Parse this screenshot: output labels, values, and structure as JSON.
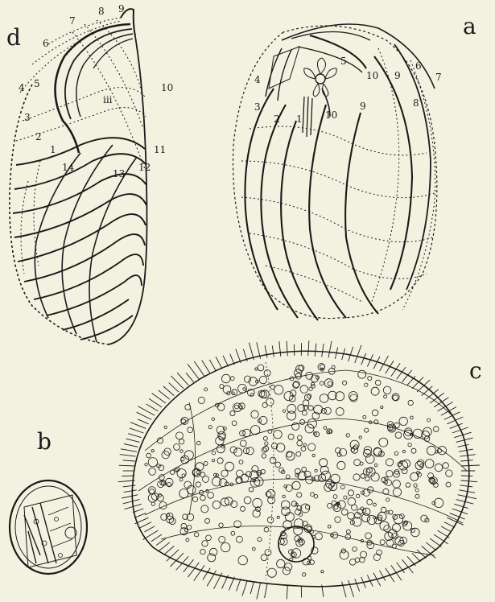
{
  "colors": {
    "background": "#f3f2e1",
    "ink": "#1a1a1a",
    "dotted": "#444444"
  },
  "panels": {
    "a": {
      "label": "a",
      "numbers": [
        "1",
        "2",
        "3",
        "4",
        "5",
        "6",
        "7",
        "8",
        "9",
        "9",
        "10",
        "10"
      ]
    },
    "b": {
      "label": "b"
    },
    "c": {
      "label": "c"
    },
    "d": {
      "label": "d",
      "numbers": [
        "1",
        "2",
        "3",
        "4",
        "5",
        "6",
        "7",
        "8",
        "9",
        "10",
        "11",
        "12",
        "13",
        "14",
        "iii"
      ]
    }
  }
}
